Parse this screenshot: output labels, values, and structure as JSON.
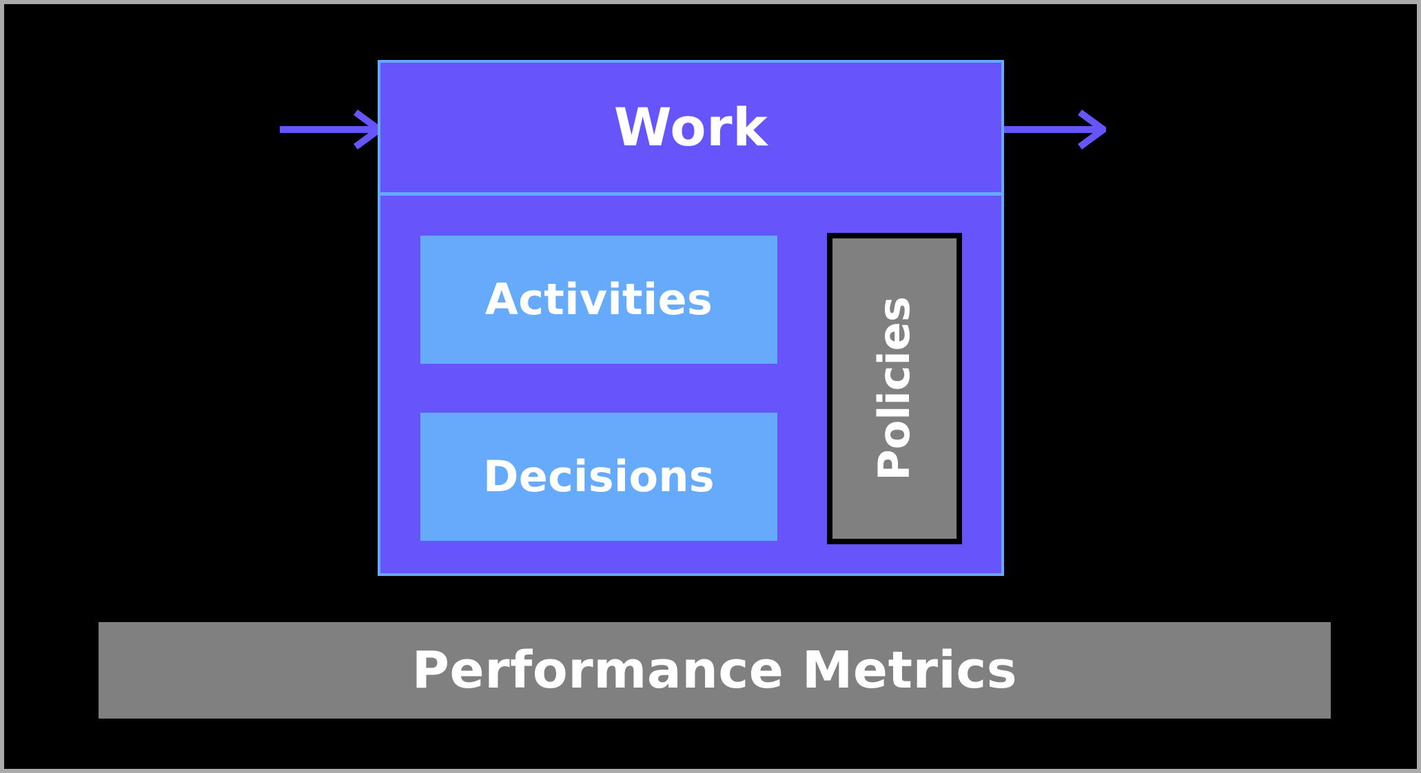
{
  "diagram": {
    "title": "Work system diagram",
    "background_color": "#000000",
    "frame_color": "#ABABAB",
    "work": {
      "header_label": "Work",
      "fill_color": "#6655FB",
      "border_color": "#66AAFB",
      "sub_boxes": [
        {
          "label": "Activities",
          "fill_color": "#66AAFB"
        },
        {
          "label": "Decisions",
          "fill_color": "#66AAFB"
        }
      ],
      "policies": {
        "label": "Policies",
        "fill_color": "#808080",
        "border_color": "#000000",
        "orientation": "vertical"
      }
    },
    "arrows": [
      {
        "name": "input-arrow",
        "direction": "right",
        "color": "#6655FB"
      },
      {
        "name": "output-arrow",
        "direction": "right",
        "color": "#6655FB"
      }
    ],
    "metrics": {
      "label": "Performance Metrics",
      "fill_color": "#808080"
    }
  }
}
